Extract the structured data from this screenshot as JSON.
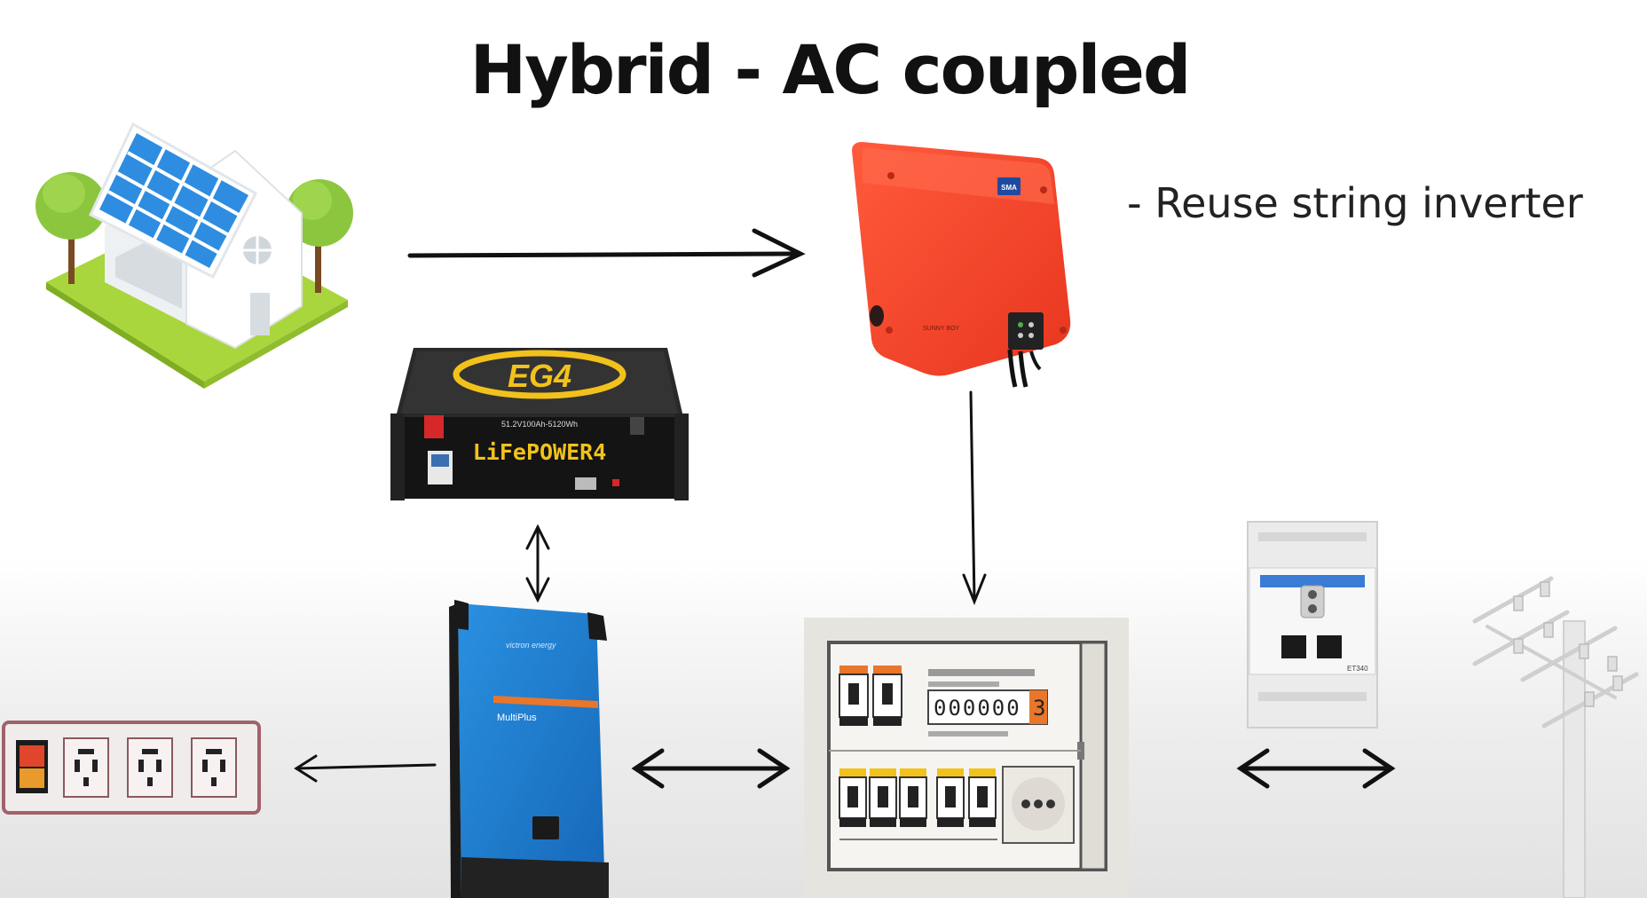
{
  "title": "Hybrid - AC coupled",
  "notes": [
    "- Reuse string inverter"
  ],
  "colors": {
    "inverter": "#f2432b",
    "battery": "#1a1a1a",
    "battery_accent": "#f2c21b",
    "charger": "#1f7fd4",
    "panel_box": "#e6e4df",
    "grass": "#a9d63c",
    "tree": "#8cc63f",
    "solar_cell": "#2e8de0",
    "outlet_frame": "#a0626a"
  },
  "components": {
    "inverter": {
      "brand": "SMA",
      "model": "SUNNY BOY"
    },
    "battery": {
      "brand": "EG4",
      "spec": "51.2V100Ah-5120Wh",
      "model": "LiFePOWER4"
    },
    "charger": {
      "brand": "victron energy",
      "model": "MultiPlus"
    },
    "meter": {
      "reading": "000000",
      "reading_last": "3",
      "model": "ET340"
    }
  }
}
